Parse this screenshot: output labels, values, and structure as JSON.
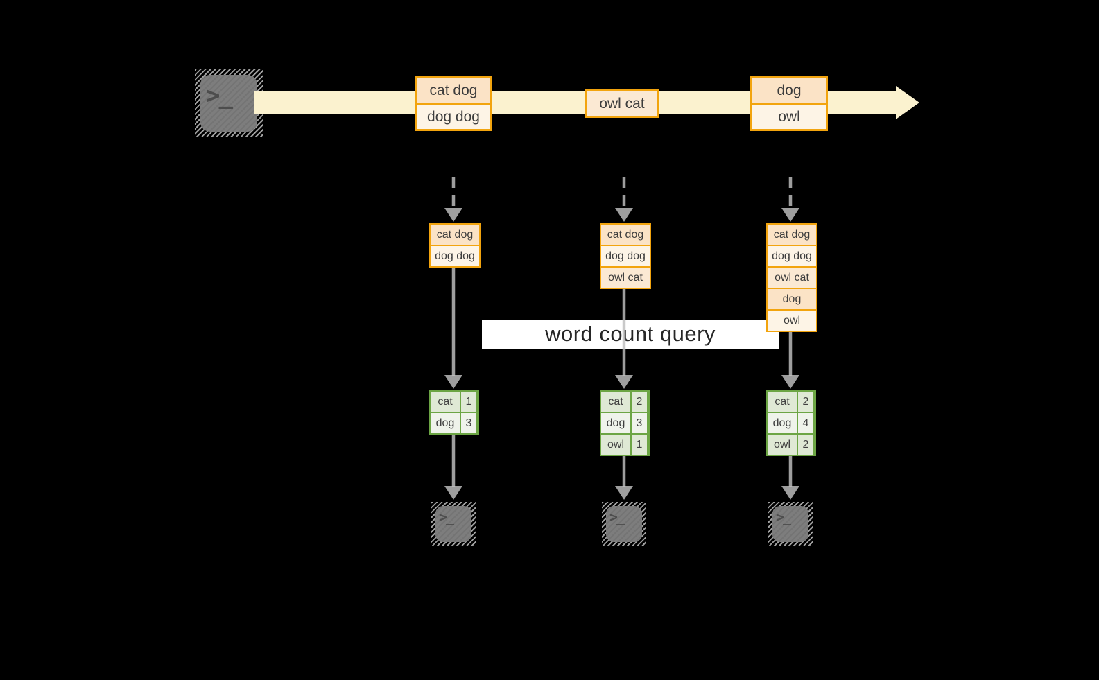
{
  "query": {
    "label": "word count query"
  },
  "palette": {
    "orange": "#F2A40E",
    "peach": "#FBE3C6",
    "cream": "#FDF4E6",
    "light_peach": "#FBE9D3",
    "band": "#FBF2CF",
    "green": "#6CA544",
    "sage_dark": "#DFE9D5",
    "sage_light": "#EFF3EB",
    "arrow_gray": "#BEBEBE",
    "banner_bg": "#FFFFFF",
    "banner_text": "#262626"
  },
  "terminal_prompt": ">_",
  "stream": {
    "source_icon": "terminal-icon",
    "records": [
      {
        "cells": [
          {
            "text": "cat dog",
            "tone": "peach"
          },
          {
            "text": "dog dog",
            "tone": "cream"
          }
        ]
      },
      {
        "cells": [
          {
            "text": "owl cat",
            "tone": "light"
          }
        ]
      },
      {
        "cells": [
          {
            "text": "dog",
            "tone": "peach"
          },
          {
            "text": "owl",
            "tone": "cream"
          }
        ]
      }
    ]
  },
  "columns": [
    {
      "buffer": [
        {
          "text": "cat dog",
          "tone": "peach"
        },
        {
          "text": "dog dog",
          "tone": "cream"
        }
      ],
      "counts": [
        {
          "word": "cat",
          "count": "1"
        },
        {
          "word": "dog",
          "count": "3"
        }
      ],
      "sink_icon": "terminal-icon"
    },
    {
      "buffer": [
        {
          "text": "cat dog",
          "tone": "peach"
        },
        {
          "text": "dog dog",
          "tone": "cream"
        },
        {
          "text": "owl cat",
          "tone": "light"
        }
      ],
      "counts": [
        {
          "word": "cat",
          "count": "2"
        },
        {
          "word": "dog",
          "count": "3"
        },
        {
          "word": "owl",
          "count": "1"
        }
      ],
      "sink_icon": "terminal-icon"
    },
    {
      "buffer": [
        {
          "text": "cat dog",
          "tone": "peach"
        },
        {
          "text": "dog dog",
          "tone": "cream"
        },
        {
          "text": "owl cat",
          "tone": "light"
        },
        {
          "text": "dog",
          "tone": "peach"
        },
        {
          "text": "owl",
          "tone": "cream"
        }
      ],
      "counts": [
        {
          "word": "cat",
          "count": "2"
        },
        {
          "word": "dog",
          "count": "4"
        },
        {
          "word": "owl",
          "count": "2"
        }
      ],
      "sink_icon": "terminal-icon"
    }
  ]
}
